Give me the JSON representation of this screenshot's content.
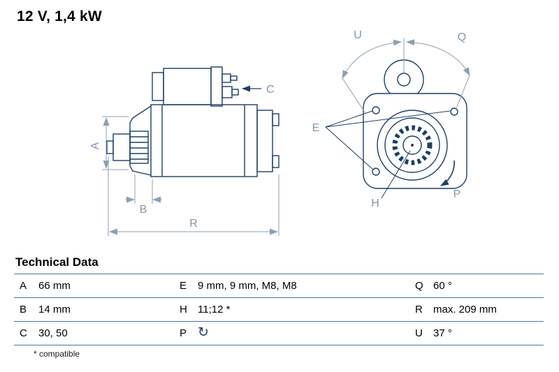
{
  "title": "12 V, 1,4 kW",
  "section": {
    "title": "Technical Data"
  },
  "footnote": "* compatible",
  "diagram": {
    "line_color": "#1c3f66",
    "dimension_color": "#8aa0b4",
    "labels": {
      "A": "A",
      "B": "B",
      "C": "C",
      "R": "R",
      "U": "U",
      "Q": "Q",
      "E": "E",
      "H": "H",
      "P": "P"
    }
  },
  "table": {
    "rule_color": "#4678a8",
    "rows": [
      {
        "cells": [
          {
            "key": "A",
            "value": "66 mm"
          },
          {
            "key": "E",
            "value": "9 mm, 9 mm, M8, M8"
          },
          {
            "key": "Q",
            "value": "60 °"
          }
        ]
      },
      {
        "cells": [
          {
            "key": "B",
            "value": "14 mm"
          },
          {
            "key": "H",
            "value": "11;12 *"
          },
          {
            "key": "R",
            "value": "max. 209 mm"
          }
        ]
      },
      {
        "cells": [
          {
            "key": "C",
            "value": "30, 50"
          },
          {
            "key": "P",
            "value": "",
            "icon": "rotation-direction-icon",
            "icon_glyph": "↻"
          },
          {
            "key": "U",
            "value": "37 °"
          }
        ]
      }
    ]
  }
}
